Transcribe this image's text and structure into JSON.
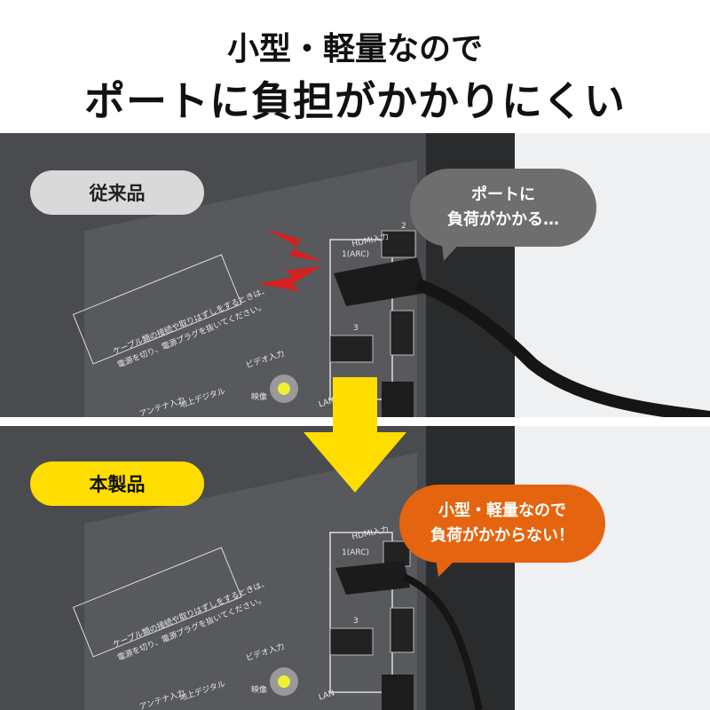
{
  "header": {
    "line1": "小型・軽量なので",
    "line2": "ポートに負担がかかりにくい"
  },
  "before": {
    "label": "従来品",
    "bubble_line1": "ポートに",
    "bubble_line2": "負荷がかかる…",
    "bubble_color": "#6e6e6e",
    "label_color": "#d9d9d9",
    "stress_color": "#d42020"
  },
  "after": {
    "label": "本製品",
    "bubble_line1": "小型・軽量なので",
    "bubble_line2": "負荷がかからない！",
    "bubble_color": "#e5640f",
    "label_color": "#ffdd00"
  },
  "tv_panel": {
    "hdmi": "HDMI入力",
    "port1": "1(ARC)",
    "port2": "2",
    "port3": "3",
    "notice_line1": "ケーブル類の接続や取りはずしをするときは、",
    "notice_line2": "電源を切り、電源プラグを抜いてください。",
    "video": "ビデオ入力",
    "antenna": "アンテナ入力",
    "digital": "地上デジタル",
    "eizo": "映像",
    "lan": "LAN"
  },
  "arrow_color": "#ffdd00"
}
